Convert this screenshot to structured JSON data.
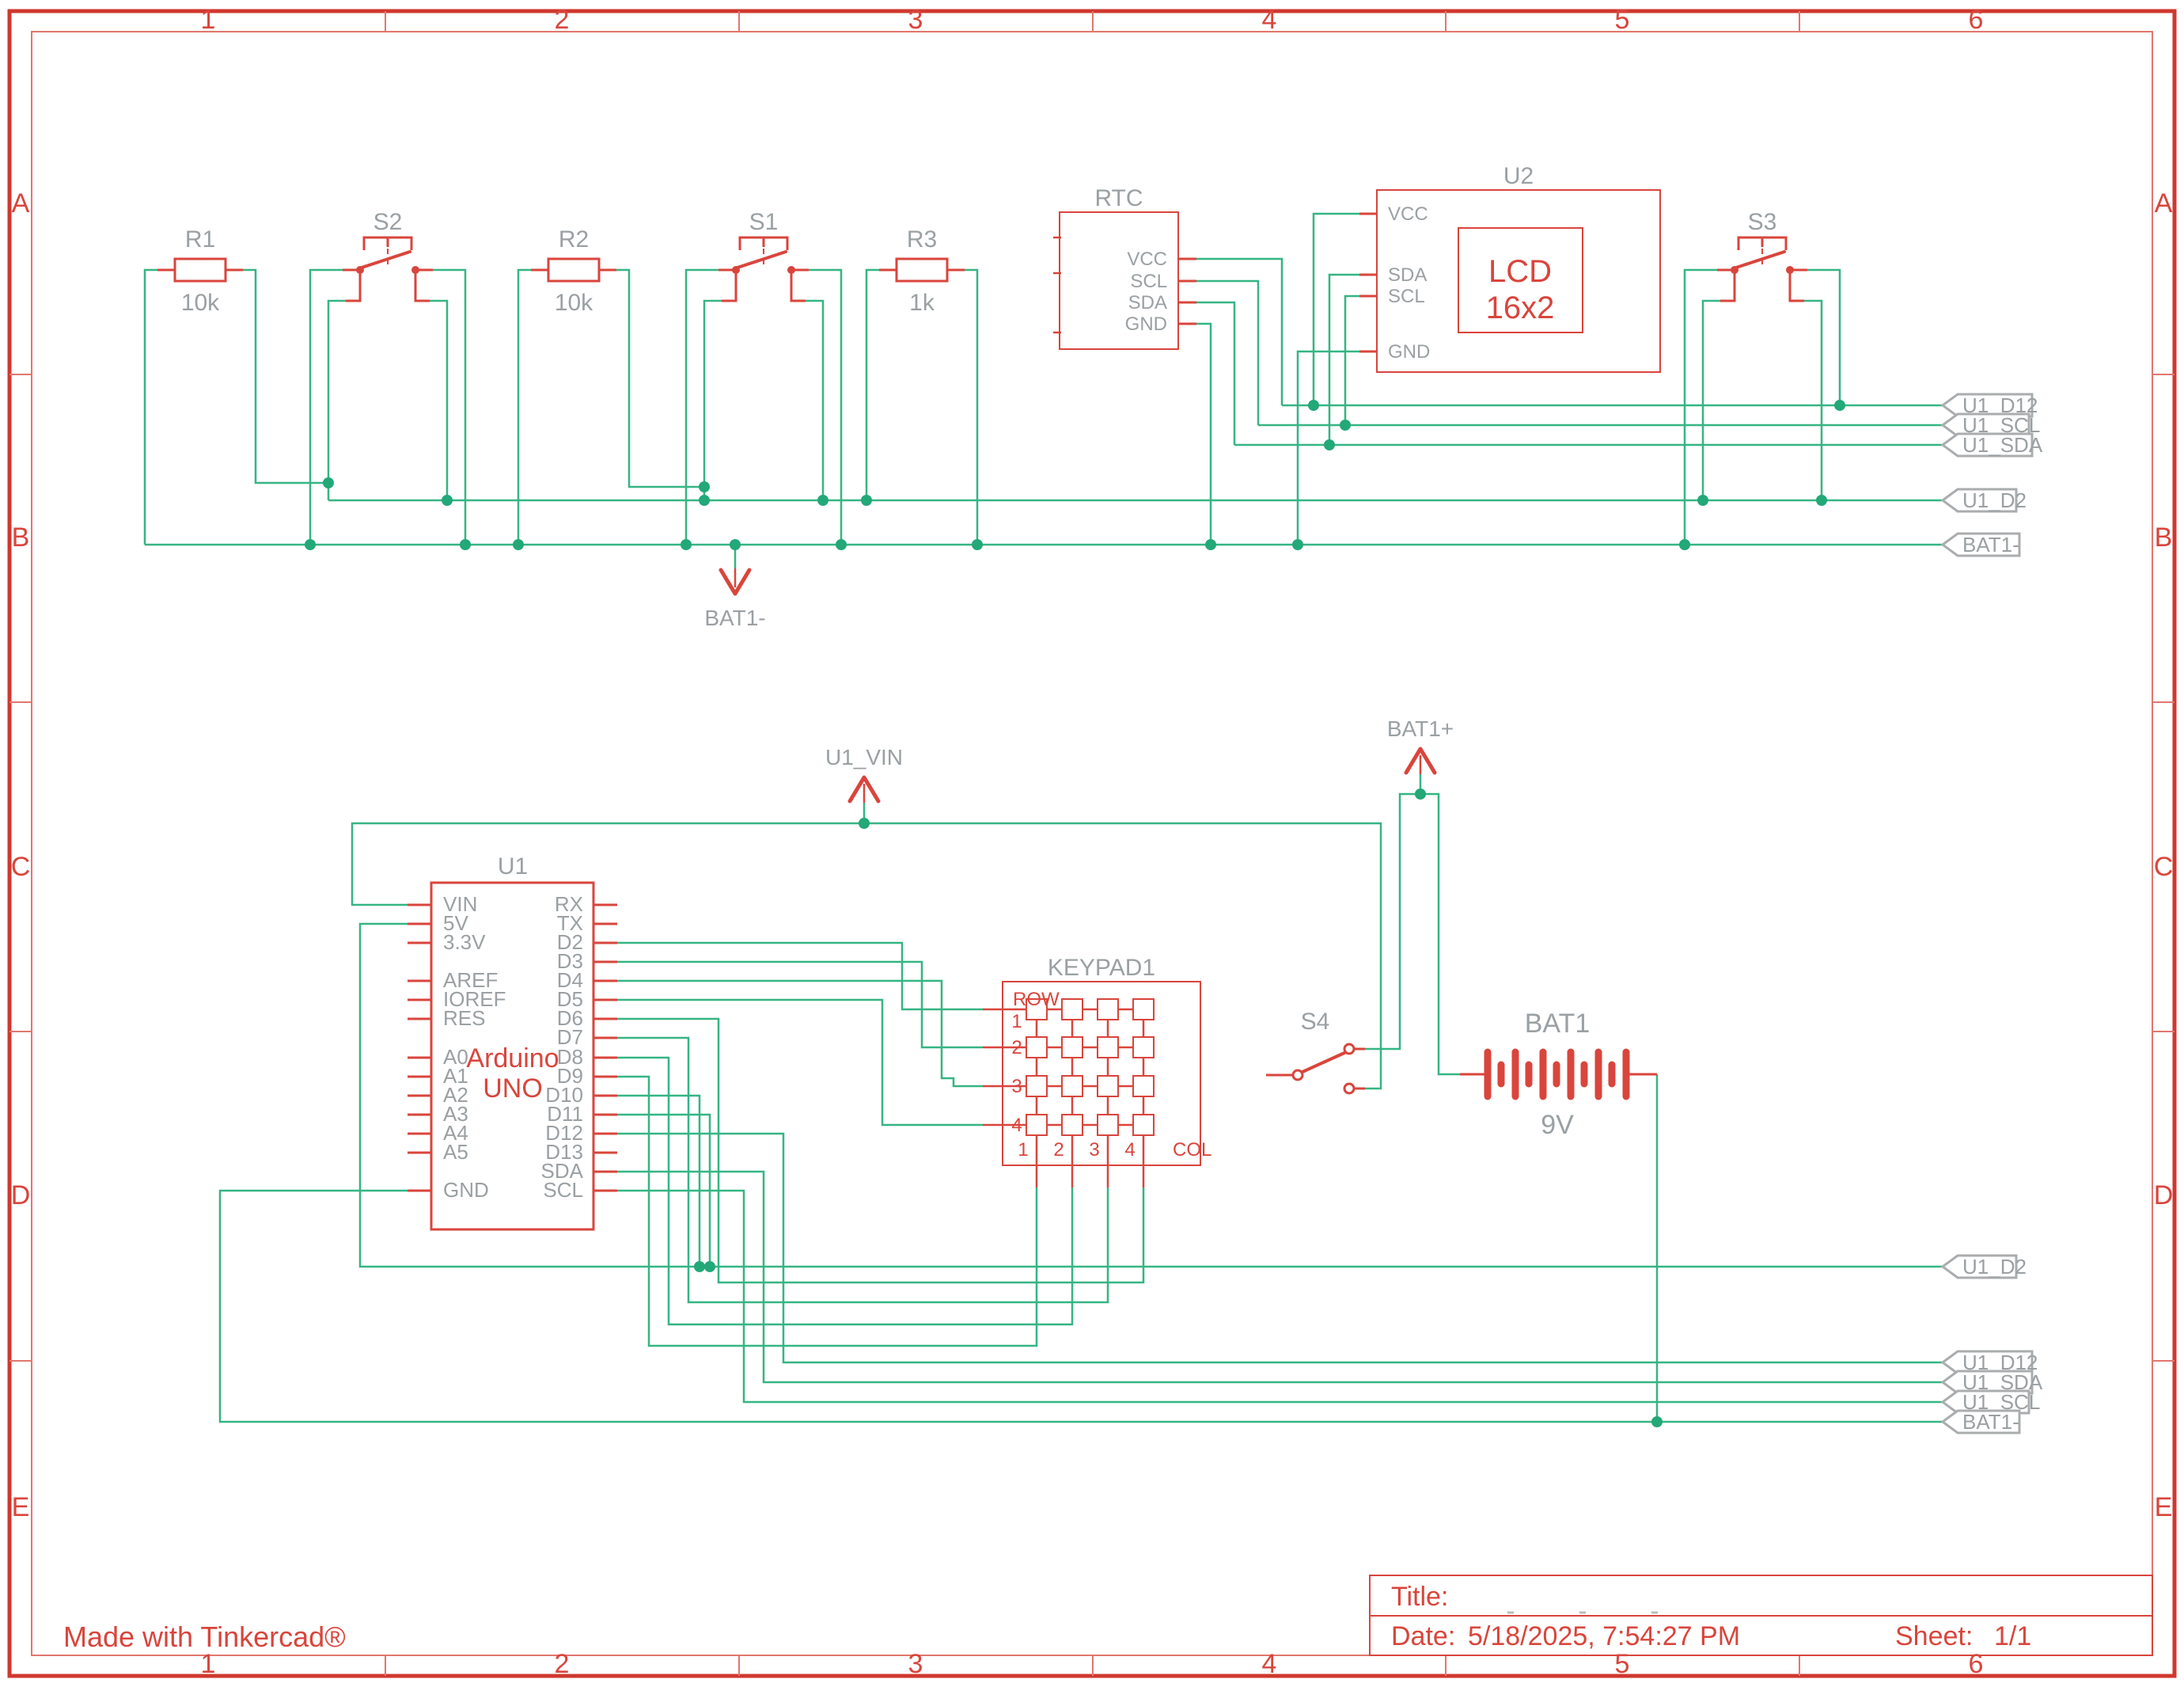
{
  "frame": {
    "columns": [
      "1",
      "2",
      "3",
      "4",
      "5",
      "6"
    ],
    "rows": [
      "A",
      "B",
      "C",
      "D",
      "E"
    ]
  },
  "footer": {
    "credit": "Made with Tinkercad®"
  },
  "title_block": {
    "title_label": "Title:",
    "date_label": "Date:",
    "date_value": "5/18/2025, 7:54:27 PM",
    "sheet_label": "Sheet:",
    "sheet_value": "1/1"
  },
  "components": {
    "r1": {
      "ref": "R1",
      "value": "10k"
    },
    "r2": {
      "ref": "R2",
      "value": "10k"
    },
    "r3": {
      "ref": "R3",
      "value": "1k"
    },
    "s1": {
      "ref": "S1"
    },
    "s2": {
      "ref": "S2"
    },
    "s3": {
      "ref": "S3"
    },
    "s4": {
      "ref": "S4"
    },
    "rtc": {
      "ref": "RTC",
      "pins": [
        "VCC",
        "SCL",
        "SDA",
        "GND"
      ]
    },
    "u2": {
      "ref": "U2",
      "pins": [
        "VCC",
        "SDA",
        "SCL",
        "GND"
      ],
      "display_line1": "LCD",
      "display_line2": "16x2"
    },
    "u1": {
      "ref": "U1",
      "label_line1": "Arduino",
      "label_line2": "UNO",
      "left_pins": [
        "VIN",
        "5V",
        "3.3V",
        "AREF",
        "IOREF",
        "RES",
        "A0",
        "A1",
        "A2",
        "A3",
        "A4",
        "A5",
        "GND"
      ],
      "right_pins": [
        "RX",
        "TX",
        "D2",
        "D3",
        "D4",
        "D5",
        "D6",
        "D7",
        "D8",
        "D9",
        "D10",
        "D11",
        "D12",
        "D13",
        "SDA",
        "SCL"
      ]
    },
    "keypad": {
      "ref": "KEYPAD1",
      "row_label": "ROW",
      "col_label": "COL",
      "row_pins": [
        "1",
        "2",
        "3",
        "4"
      ],
      "col_pins": [
        "1",
        "2",
        "3",
        "4"
      ]
    },
    "bat1": {
      "ref": "BAT1",
      "value": "9V"
    }
  },
  "power_flags": {
    "bat1_minus": "BAT1-",
    "u1_vin": "U1_VIN",
    "bat1_plus": "BAT1+"
  },
  "net_flags": {
    "top": [
      "U1_D12",
      "U1_SCL",
      "U1_SDA",
      "U1_D2",
      "BAT1-"
    ],
    "bottom": [
      "U1_D2",
      "U1_D12",
      "U1_SDA",
      "U1_SCL",
      "BAT1-"
    ]
  },
  "colors": {
    "wire_teal": "#35b583",
    "component_red": "#d9453c",
    "label_gray": "#9aa0a3",
    "frame_red": "#cf382f"
  }
}
